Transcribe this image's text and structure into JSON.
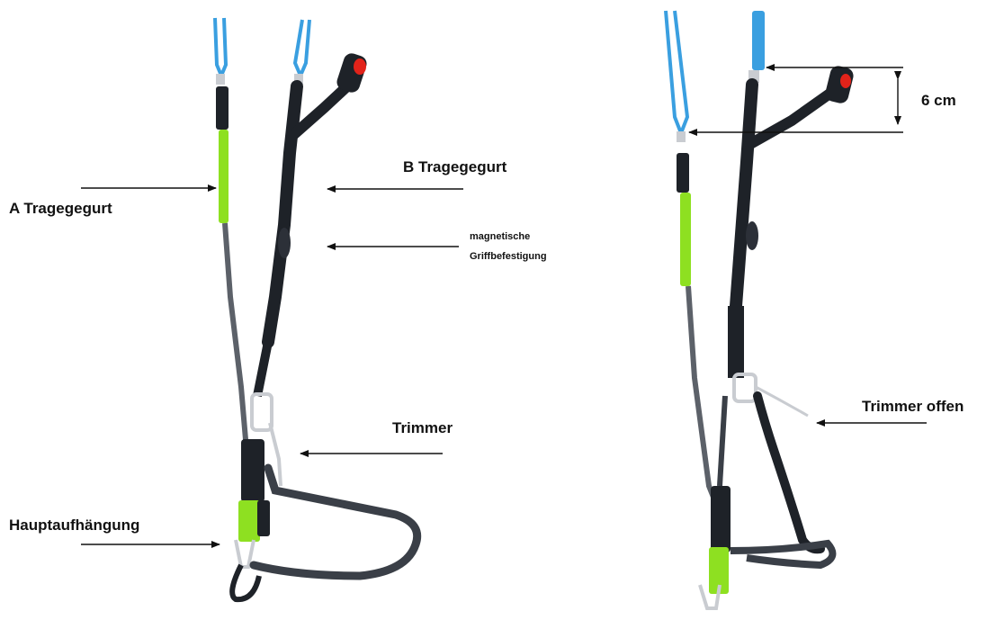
{
  "labels": {
    "a_riser": "A Tragegegurt",
    "b_riser": "B Tragegegurt",
    "magnetic_line1": "magnetische",
    "magnetic_line2": "Griffbefestigung",
    "trimmer": "Trimmer",
    "main_attachment": "Hauptaufhängung",
    "distance": "6 cm",
    "trimmer_open": "Trimmer offen"
  },
  "colors": {
    "background": "#ffffff",
    "webbing": "#1e2228",
    "webbing_grey": "#5c6169",
    "green": "#8ee021",
    "blue": "#3a9fe0",
    "red": "#e2231a",
    "metal": "#c9ccd1",
    "text": "#111111"
  }
}
